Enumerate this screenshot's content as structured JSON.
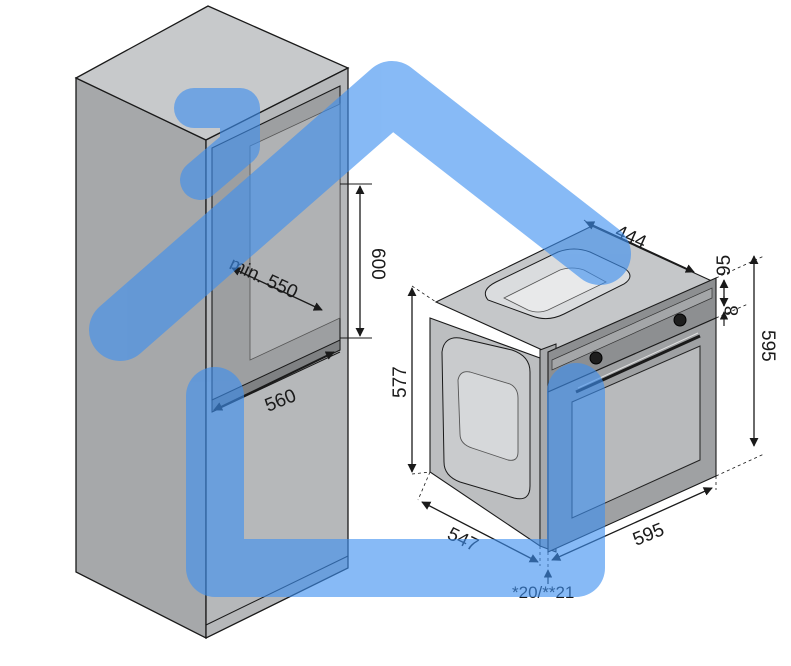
{
  "diagram": {
    "colors": {
      "cabinet_side": "#a9abad",
      "cabinet_front": "#bdbfc1",
      "cabinet_top": "#c9cbcd",
      "cabinet_dark": "#8e9092",
      "oven_glass": "#b7b9bb",
      "oven_frame": "#9a9c9e",
      "watermark": "#3d8ff0",
      "line": "#1a1a1a"
    },
    "labels": {
      "niche_depth": "min. 550",
      "niche_height": "600",
      "niche_width": "560",
      "oven_top_depth": "444",
      "control_panel_height": "95",
      "panel_gap": "8",
      "oven_height": "595",
      "oven_side_height": "577",
      "oven_depth": "547",
      "oven_width": "595",
      "front_offset": "*20/**21"
    }
  }
}
